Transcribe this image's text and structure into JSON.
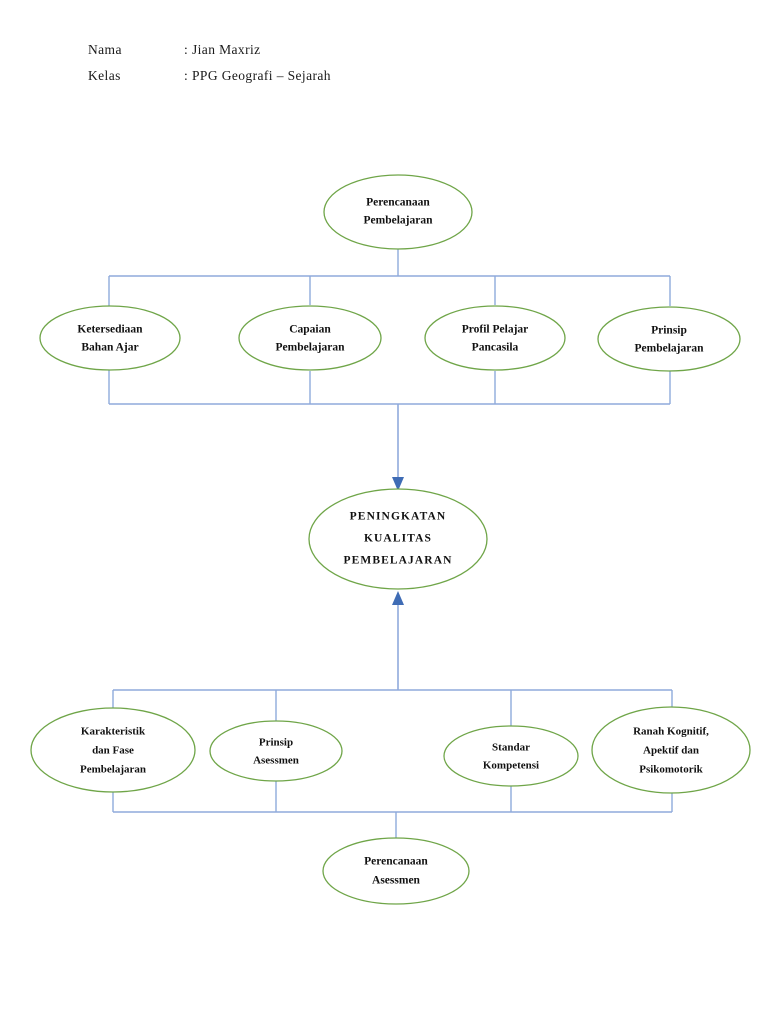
{
  "document": {
    "title": "Diagram Peningkatan Kualitas Pembelajaran",
    "page_background": "#ffffff"
  },
  "header": {
    "rows": [
      {
        "label": "Nama",
        "separator": ":",
        "value": "Jian Maxriz"
      },
      {
        "label": "Kelas",
        "separator": ":",
        "value": "PPG Geografi – Sejarah"
      }
    ]
  },
  "colors": {
    "node_stroke": "#6FA548",
    "node_fill": "#ffffff",
    "connector": "#8FAADC",
    "arrow_head": "#3F6CB5",
    "text": "#111111"
  },
  "diagram": {
    "type": "flow-diagram",
    "center": {
      "id": "center",
      "lines": [
        "PENINGKATAN",
        "KUALITAS",
        "PEMBELAJARAN"
      ],
      "style": "uppercase"
    },
    "top_node": {
      "id": "top",
      "lines": [
        "Perencanaan",
        "Pembelajaran"
      ]
    },
    "top_children": [
      {
        "id": "top-1",
        "lines": [
          "Ketersediaan",
          "Bahan Ajar"
        ]
      },
      {
        "id": "top-2",
        "lines": [
          "Capaian",
          "Pembelajaran"
        ]
      },
      {
        "id": "top-3",
        "lines": [
          "Profil Pelajar",
          "Pancasila"
        ]
      },
      {
        "id": "top-4",
        "lines": [
          "Prinsip",
          "Pembelajaran"
        ]
      }
    ],
    "bottom_children": [
      {
        "id": "bot-1",
        "lines": [
          "Karakteristik",
          "dan Fase",
          "Pembelajaran"
        ]
      },
      {
        "id": "bot-2",
        "lines": [
          "Prinsip",
          "Asessmen"
        ]
      },
      {
        "id": "bot-3",
        "lines": [
          "Standar",
          "Kompetensi"
        ]
      },
      {
        "id": "bot-4",
        "lines": [
          "Ranah Kognitif,",
          "Apektif dan",
          "Psikomotorik"
        ]
      }
    ],
    "bottom_node": {
      "id": "bottom",
      "lines": [
        "Perencanaan",
        "Asessmen"
      ]
    },
    "arrows": [
      {
        "from": "top-group-bus",
        "to": "center",
        "direction": "down"
      },
      {
        "from": "bottom-group-bus",
        "to": "center",
        "direction": "up"
      }
    ]
  }
}
